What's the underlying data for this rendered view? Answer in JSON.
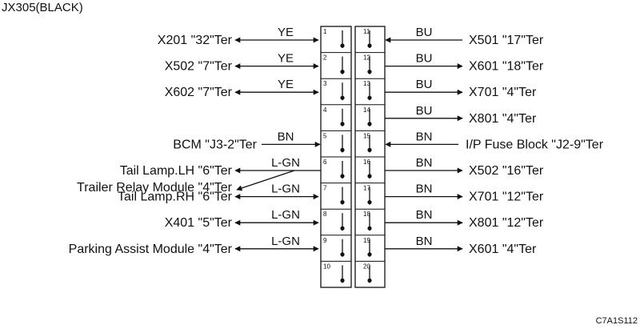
{
  "title": "JX305(BLACK)",
  "figure_code": "C7A1S112",
  "left": [
    {
      "pin": "1",
      "wire": "YE",
      "terms": [
        "X201 \"32\"Ter"
      ],
      "dir": "out"
    },
    {
      "pin": "2",
      "wire": "YE",
      "terms": [
        "X502 \"7\"Ter"
      ],
      "dir": "out"
    },
    {
      "pin": "3",
      "wire": "YE",
      "terms": [
        "X602 \"7\"Ter"
      ],
      "dir": "out"
    },
    {
      "pin": "4",
      "wire": "",
      "terms": [],
      "dir": "none"
    },
    {
      "pin": "5",
      "wire": "BN",
      "terms": [
        "BCM \"J3-2\"Ter"
      ],
      "dir": "in"
    },
    {
      "pin": "6",
      "wire": "L-GN",
      "terms": [
        "Tail Lamp.LH \"6\"Ter",
        "Trailer Relay Module \"4\"Ter"
      ],
      "dir": "out"
    },
    {
      "pin": "7",
      "wire": "L-GN",
      "terms": [
        "Tail Lamp.RH \"6\"Ter"
      ],
      "dir": "out"
    },
    {
      "pin": "8",
      "wire": "L-GN",
      "terms": [
        "X401 \"5\"Ter"
      ],
      "dir": "out"
    },
    {
      "pin": "9",
      "wire": "L-GN",
      "terms": [
        "Parking Assist Module \"4\"Ter"
      ],
      "dir": "out"
    },
    {
      "pin": "10",
      "wire": "",
      "terms": [],
      "dir": "none"
    }
  ],
  "right": [
    {
      "pin": "11",
      "wire": "BU",
      "terms": [
        "X501 \"17\"Ter"
      ],
      "dir": "in"
    },
    {
      "pin": "12",
      "wire": "BU",
      "terms": [
        "X601 \"18\"Ter"
      ],
      "dir": "out"
    },
    {
      "pin": "13",
      "wire": "BU",
      "terms": [
        "X701 \"4\"Ter"
      ],
      "dir": "out"
    },
    {
      "pin": "14",
      "wire": "BU",
      "terms": [
        "X801 \"4\"Ter"
      ],
      "dir": "out"
    },
    {
      "pin": "15",
      "wire": "BN",
      "terms": [
        "I/P Fuse Block \"J2-9\"Ter"
      ],
      "dir": "in"
    },
    {
      "pin": "16",
      "wire": "BN",
      "terms": [
        "X502 \"16\"Ter"
      ],
      "dir": "out"
    },
    {
      "pin": "17",
      "wire": "BN",
      "terms": [
        "X701 \"12\"Ter"
      ],
      "dir": "out"
    },
    {
      "pin": "18",
      "wire": "BN",
      "terms": [
        "X801 \"12\"Ter"
      ],
      "dir": "out"
    },
    {
      "pin": "19",
      "wire": "BN",
      "terms": [
        "X601 \"4\"Ter"
      ],
      "dir": "out"
    },
    {
      "pin": "20",
      "wire": "",
      "terms": [],
      "dir": "none"
    }
  ]
}
